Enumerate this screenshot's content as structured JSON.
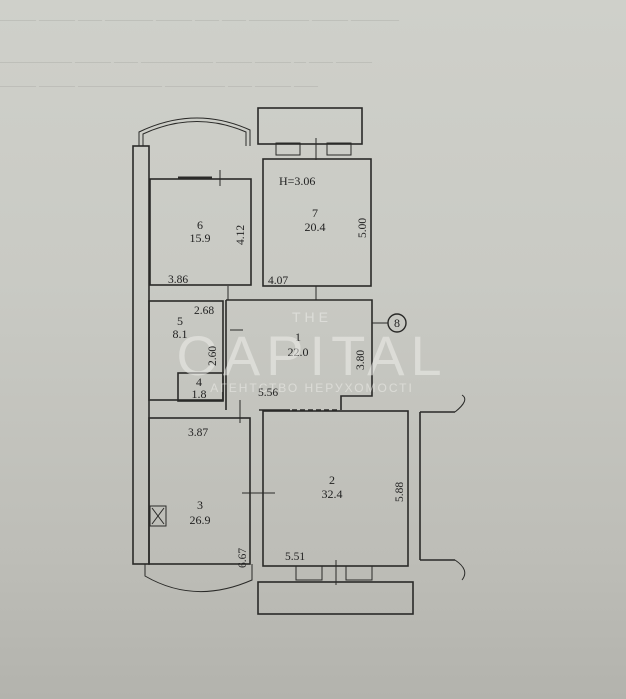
{
  "plan": {
    "ceiling_height": "H=3.06",
    "riser_marker": "8",
    "rooms": [
      {
        "number": "1",
        "area": "22.0",
        "dims": [
          "5.56",
          "3.80"
        ]
      },
      {
        "number": "2",
        "area": "32.4",
        "dims": [
          "5.51",
          "5.88"
        ]
      },
      {
        "number": "3",
        "area": "26.9",
        "dims": [
          "3.87",
          "6.67"
        ]
      },
      {
        "number": "4",
        "area": "1.8",
        "dims": []
      },
      {
        "number": "5",
        "area": "8.1",
        "dims": [
          "2.68",
          "2.60"
        ]
      },
      {
        "number": "6",
        "area": "15.9",
        "dims": [
          "3.86",
          "4.12"
        ]
      },
      {
        "number": "7",
        "area": "20.4",
        "dims": [
          "4.07",
          "5.00"
        ]
      }
    ]
  },
  "watermark": {
    "top": "THE",
    "main": "CAPITAL",
    "sub": "АГЕНТСТВО НЕРУХОМОСТІ"
  },
  "colors": {
    "paper": "#cbccc6",
    "ink": "#2a2a28"
  }
}
